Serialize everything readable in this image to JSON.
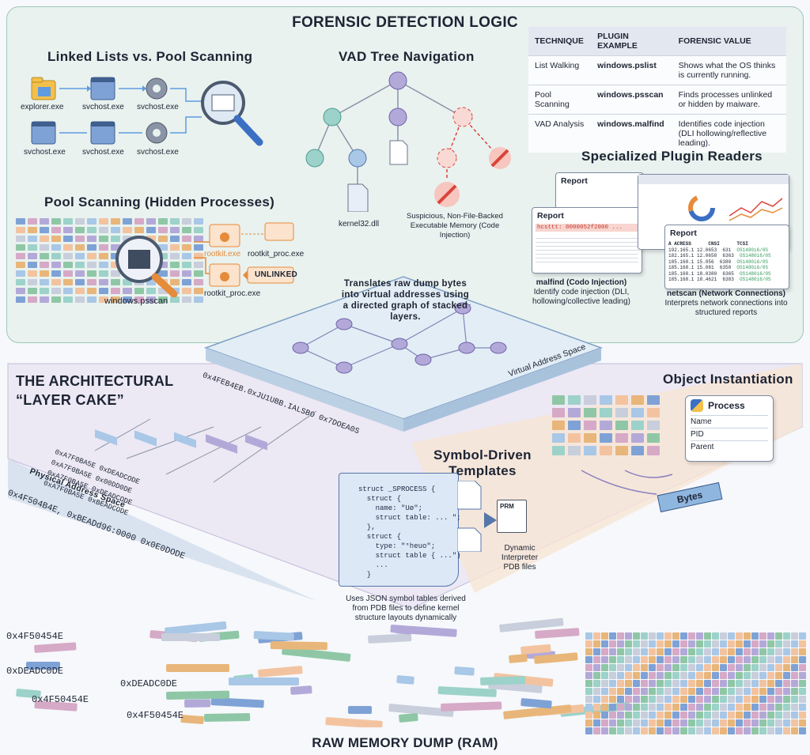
{
  "top": {
    "title": "FORENSIC DETECTION LOGIC",
    "linked_title": "Linked Lists vs. Pool Scanning",
    "linked_nodes_row1": [
      "explorer.exe",
      "svchost.exe",
      "svchost.exe"
    ],
    "linked_nodes_row2": [
      "svchost.exe",
      "svchost.exe",
      "svchost.exe"
    ],
    "vad_title": "VAD Tree Navigation",
    "vad_dll": "kernel32.dll",
    "vad_suspicious": "Suspicious, Non-File-Backed Executable Memory (Code Injection)",
    "pool_title": "Pool Scanning (Hidden Processes)",
    "pool_scanner": "windows.psscan",
    "pool_labels": {
      "rootkit": "rootkit.exe",
      "rootkit_proc_top": "rootkit_proc.exe",
      "rootkit_proc_bottom": "rootkit_proc.exe",
      "unlinked": "UNLINKED"
    },
    "table": {
      "headers": [
        "TECHNIQUE",
        "PLUGIN EXAMPLE",
        "FORENSIC VALUE"
      ],
      "rows": [
        [
          "List Walking",
          "windows.pslist",
          "Shows what the OS thinks is currently running."
        ],
        [
          "Pool Scanning",
          "windows.psscan",
          "Finds processes unlinked or hidden by maiware."
        ],
        [
          "VAD Analysis",
          "windows.malfind",
          "Identifies code injection (DLI hollowing/reflective leading)."
        ]
      ]
    },
    "plugins_title": "Specialized Plugin Readers",
    "report_label": "Report",
    "malfind_hex": "hcsttt: 0000052f2000 ...",
    "malfind_caption_bold": "malfind (Codo Injection)",
    "malfind_caption": "Identify code injection (DLI, hollowing/collective leading)",
    "netscan_headers": [
      "A ACRESS",
      "CNSI",
      "TCSI"
    ],
    "netscan_rows": [
      [
        "192.165.1 12.0653",
        "631",
        "OS1480i6/0S"
      ],
      [
        "182.165.1 12.0658",
        "6363",
        "OS1480i6/0S"
      ],
      [
        "185.168.1 15.056",
        "6380",
        "OS1480i6/0S"
      ],
      [
        "185.168.1 15.081",
        "6350",
        "OS1480i6/0S"
      ],
      [
        "185.168.1 18.0380",
        "6365",
        "OS1480i6/0S"
      ],
      [
        "185.168.1 18.4621",
        "6383",
        "OS1480i6/0S"
      ]
    ],
    "netscan_caption_bold": "netscan (Network Connections)",
    "netscan_caption": "Interprets network connections into structured reports"
  },
  "middle": {
    "layer_title_1": "THE ARCHITECTURAL",
    "layer_title_2": "“LAYER CAKE”",
    "translate_caption": "Translates raw dump bytes into virtual addresses using a directed graph of stacked layers.",
    "virtual_label": "Virtual Address Space",
    "virtual_hex": "0x4FEB4EB.0xJU1UBB.IALSBO 0x7DOEA0S",
    "physical_label": "Physical Address Space",
    "physical_hex": "0x4F504B4E, 0xBEADd96:0000 0x0E0DODE",
    "physical_rows": [
      "0xA7F0BA5E 0xDEADCODE",
      "0xA7F0BA5E 0x00DD0DE",
      "0xA7F0BA5E 0xDEADCODE",
      "0xA7F0BA5E 0xBEADCODE"
    ],
    "object_title": "Object Instantiation",
    "process_title": "Process",
    "process_fields": [
      "Name",
      "PID",
      "Parent"
    ],
    "bytes_label": "Bytes",
    "symbol_title_1": "Symbol-Driven",
    "symbol_title_2": "Templates",
    "code_lines": [
      "struct _SPROCESS {",
      "  struct {",
      "    name: \"Uø\";",
      "    struct table: ... \";",
      "  },",
      "  struct {",
      "    type: \"°heuo\";",
      "    struct table { ...\")",
      "    ...",
      "  }"
    ],
    "pdb_label": "PRM",
    "pdb_caption": "Dynamic Interpreter PDB files",
    "symbol_caption": "Uses JSON symbol tables derived from PDB files to define kernel structure layouts dynamically"
  },
  "bottom": {
    "title": "RAW MEMORY DUMP (RAM)",
    "hex_labels": [
      "0x4F50454E",
      "0xDEADC0DE",
      "0xDEADC0DE",
      "0x4F50454E",
      "0x4F50454E"
    ]
  },
  "colors": {
    "panel_green": "#e9f2ef",
    "accent_orange": "#e58b3a",
    "accent_red": "#d9443a",
    "node_purple": "#b3a9d9",
    "node_teal": "#9cd2c9",
    "node_blue": "#a9c7e6"
  }
}
